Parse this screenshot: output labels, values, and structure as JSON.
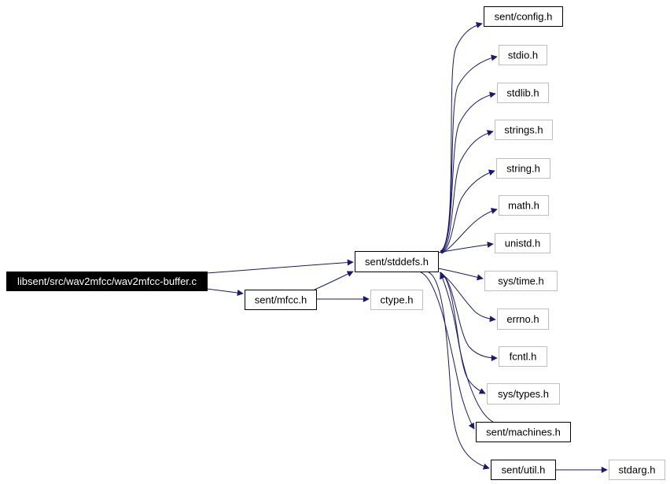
{
  "colors": {
    "edge": "#191970",
    "border_dark": "#000000",
    "border_light": "#bfbfbf",
    "root_fill": "#000000",
    "root_text": "#ffffff",
    "node_fill": "#ffffff",
    "node_text": "#000000"
  },
  "nodes": {
    "root": {
      "label": "libsent/src/wav2mfcc/wav2mfcc-buffer.c",
      "style": "root"
    },
    "stddefs": {
      "label": "sent/stddefs.h",
      "style": "dark"
    },
    "mfcc": {
      "label": "sent/mfcc.h",
      "style": "dark"
    },
    "ctype": {
      "label": "ctype.h",
      "style": "light"
    },
    "config": {
      "label": "sent/config.h",
      "style": "dark"
    },
    "stdio": {
      "label": "stdio.h",
      "style": "light"
    },
    "stdlib": {
      "label": "stdlib.h",
      "style": "light"
    },
    "strings": {
      "label": "strings.h",
      "style": "light"
    },
    "string": {
      "label": "string.h",
      "style": "light"
    },
    "math": {
      "label": "math.h",
      "style": "light"
    },
    "unistd": {
      "label": "unistd.h",
      "style": "light"
    },
    "systime": {
      "label": "sys/time.h",
      "style": "light"
    },
    "errno": {
      "label": "errno.h",
      "style": "light"
    },
    "fcntl": {
      "label": "fcntl.h",
      "style": "light"
    },
    "systypes": {
      "label": "sys/types.h",
      "style": "light"
    },
    "machines": {
      "label": "sent/machines.h",
      "style": "dark"
    },
    "util": {
      "label": "sent/util.h",
      "style": "dark"
    },
    "stdarg": {
      "label": "stdarg.h",
      "style": "light"
    }
  },
  "edges": [
    [
      "root",
      "stddefs"
    ],
    [
      "root",
      "mfcc"
    ],
    [
      "mfcc",
      "stddefs"
    ],
    [
      "mfcc",
      "ctype"
    ],
    [
      "stddefs",
      "config"
    ],
    [
      "stddefs",
      "stdio"
    ],
    [
      "stddefs",
      "stdlib"
    ],
    [
      "stddefs",
      "strings"
    ],
    [
      "stddefs",
      "string"
    ],
    [
      "stddefs",
      "math"
    ],
    [
      "stddefs",
      "unistd"
    ],
    [
      "stddefs",
      "systime"
    ],
    [
      "stddefs",
      "errno"
    ],
    [
      "stddefs",
      "fcntl"
    ],
    [
      "stddefs",
      "systypes"
    ],
    [
      "stddefs",
      "machines"
    ],
    [
      "stddefs",
      "util"
    ],
    [
      "machines",
      "stddefs"
    ],
    [
      "util",
      "stdarg"
    ]
  ]
}
